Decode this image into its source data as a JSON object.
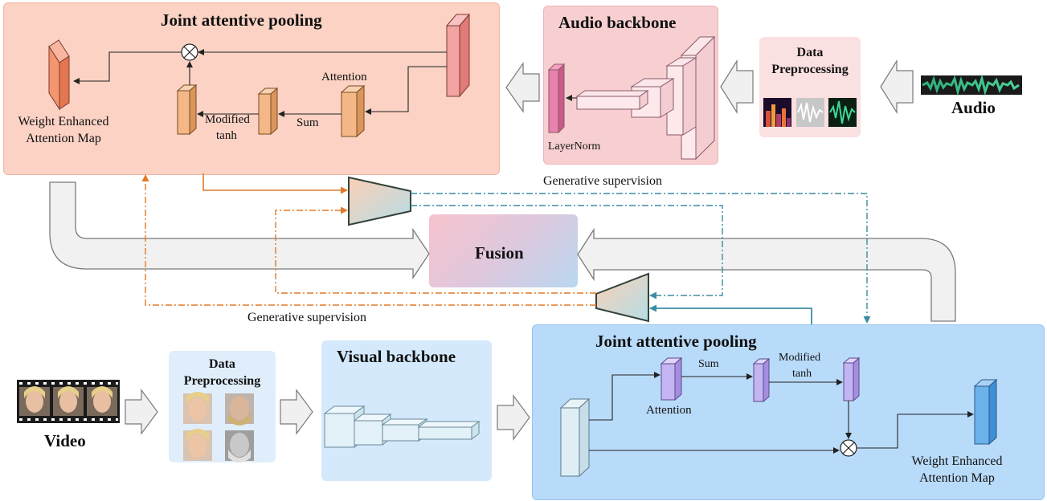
{
  "audio_branch": {
    "pooling": {
      "title": "Joint attentive pooling",
      "attention_label": "Attention",
      "sum_label": "Sum",
      "tanh_label_line1": "Modified",
      "tanh_label_line2": "tanh",
      "output_line1": "Weight Enhanced",
      "output_line2": "Attention Map"
    },
    "backbone": {
      "title": "Audio backbone",
      "layernorm_label": "LayerNorm"
    },
    "preprocessing": {
      "title_line1": "Data",
      "title_line2": "Preprocessing"
    },
    "input_label": "Audio"
  },
  "fusion": {
    "label": "Fusion"
  },
  "generative_supervision_top": "Generative supervision",
  "generative_supervision_bottom": "Generative supervision",
  "visual_branch": {
    "input_label": "Video",
    "preprocessing": {
      "title_line1": "Data",
      "title_line2": "Preprocessing"
    },
    "backbone": {
      "title": "Visual backbone"
    },
    "pooling": {
      "title": "Joint attentive pooling",
      "attention_label": "Attention",
      "sum_label": "Sum",
      "tanh_label_line1": "Modified",
      "tanh_label_line2": "tanh",
      "output_line1": "Weight Enhanced",
      "output_line2": "Attention Map"
    }
  },
  "colors": {
    "audio_pool_bg": "#fbd2c4",
    "audio_backbone_bg": "#f7cfd0",
    "audio_prep_bg": "#fbe0e2",
    "visual_prep_bg": "#e0eefb",
    "visual_backbone_bg": "#d4e9fb",
    "visual_pool_bg": "#b9dbfa",
    "orange_arrow": "#e07a28",
    "teal_arrow": "#3c8ca4",
    "big_arrow_fill": "#f0f1f0"
  }
}
